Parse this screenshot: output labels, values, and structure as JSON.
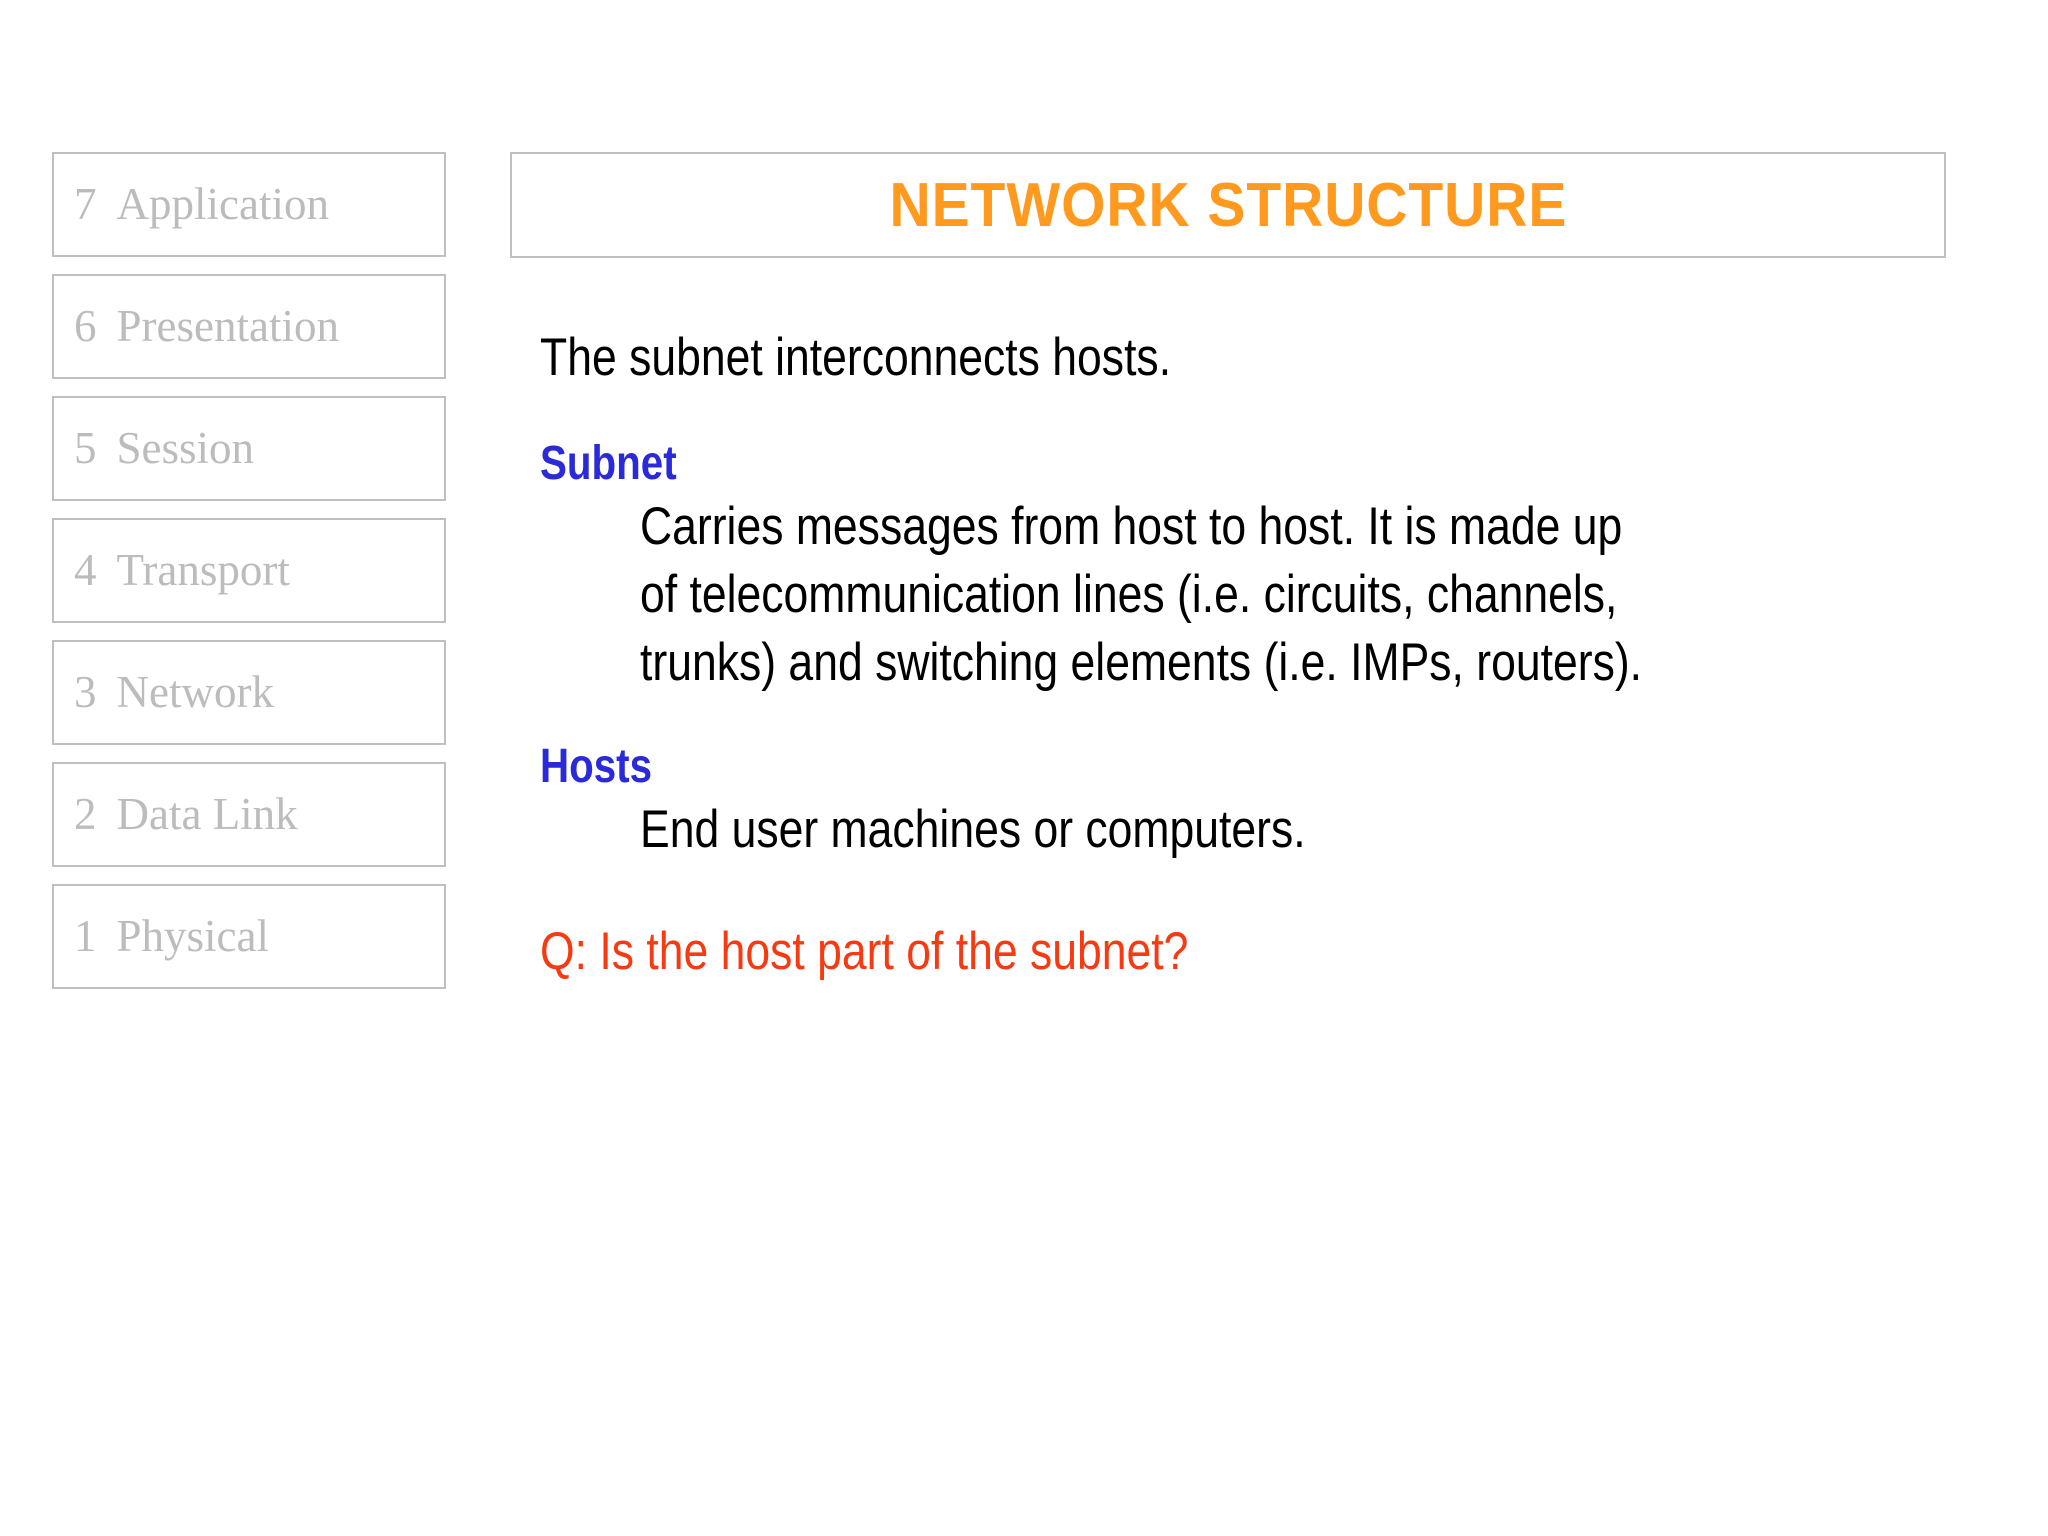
{
  "slide": {
    "title": "NETWORK STRUCTURE",
    "title_color": "#FF9A1F",
    "heading_color": "#2A2AD8",
    "question_color": "#F63A12",
    "body_color": "#000000",
    "layer_color": "#bcbcbc",
    "border_color": "#bfbfbf",
    "background": "#ffffff"
  },
  "osi_stack": {
    "layers": [
      {
        "number": "7",
        "label": "Application"
      },
      {
        "number": "6",
        "label": "Presentation"
      },
      {
        "number": "5",
        "label": "Session"
      },
      {
        "number": "4",
        "label": "Transport"
      },
      {
        "number": "3",
        "label": "Network"
      },
      {
        "number": "2",
        "label": "Data Link"
      },
      {
        "number": "1",
        "label": "Physical"
      }
    ]
  },
  "content": {
    "lead": "The subnet interconnects hosts.",
    "sections": [
      {
        "heading": "Subnet",
        "lines": [
          "Carries messages from host to host. It is made up",
          "of telecommunication lines (i.e. circuits, channels,",
          "trunks) and switching elements (i.e. IMPs, routers)."
        ]
      },
      {
        "heading": "Hosts",
        "lines": [
          "End user machines or computers."
        ]
      }
    ],
    "question": "Q: Is the host part of the subnet?"
  }
}
